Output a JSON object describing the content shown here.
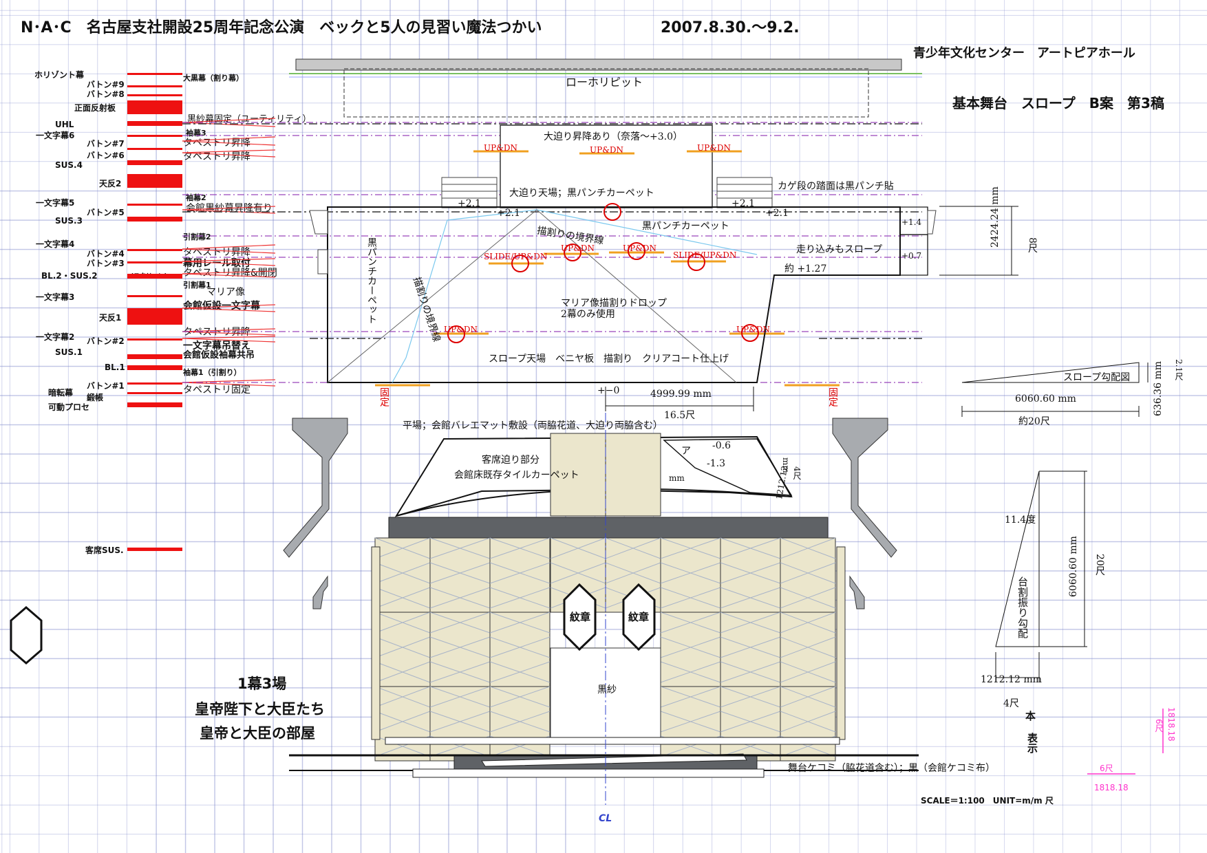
{
  "header": {
    "title": "N･A･C　名古屋支社開設25周年記念公演　ベックと5人の見習い魔法つかい",
    "date": "2007.8.30.〜9.2.",
    "venue": "青少年文化センター　アートピアホール",
    "drawing_name": "基本舞台　スロープ　B案　第3稿"
  },
  "rigging_left": [
    "ホリゾント幕",
    "バトン#9",
    "バトン#8",
    "正面反射板",
    "UHL",
    "一文字幕6",
    "バトン#7",
    "バトン#6",
    "SUS.4",
    "天反2",
    "一文字幕5",
    "バトン#5",
    "SUS.3",
    "一文字幕4",
    "バトン#4",
    "バトン#3",
    "BL.2・SUS.2",
    "(スクリーン)",
    "一文字幕3",
    "天反1",
    "一文字幕2",
    "バトン#2",
    "SUS.1",
    "BL.1",
    "暗転幕",
    "バトン#1",
    "緞帳",
    "可動プロセ",
    "客席SUS."
  ],
  "rigging_right": [
    "大黒幕（割り幕）",
    "黒紗幕固定（ユーティリティ）",
    "袖幕3",
    "タペストリ昇降",
    "タペストリ昇降",
    "袖幕2",
    "会館黒紗幕昇降有り",
    "引割幕2",
    "タペストリ昇降",
    "幕用レール取付",
    "タペストリ昇降&開閉",
    "引割幕1",
    "マリア像",
    "会館仮設一文字幕",
    "タペストリ昇降",
    "一文字幕吊替え",
    "会館仮設袖幕共吊",
    "袖幕1（引割り）",
    "タペストリ固定"
  ],
  "stage": {
    "lowhorizon": "ローホリピット",
    "elev_note": "大迫り昇降あり（奈落〜+3.0）",
    "updn": "UP&DN",
    "kage_note": "カゲ段の踏面は黒パンチ貼",
    "elev_top": "大迫り天場；黒パンチカーペット",
    "plus21": "+2.1",
    "black_carpet": "黒パンチカーペット",
    "boundary": "描割りの境界線",
    "boundary_v": "描割りの境界線",
    "black_v": "黒パンチカーペット",
    "slide": "SLIDE/UP&DN",
    "slope_run": "走り込みもスロープ",
    "approx127": "約 +1.27",
    "plus14": "+1.4",
    "plus07": "+0.7",
    "maria": "マリア像描割りドロップ",
    "maria2": "2幕のみ使用",
    "slope_top": "スロープ天場　ベニヤ板　描割り　クリアコート仕上げ",
    "pm0": "+−0",
    "fixed": "固定",
    "dim_w": "4999.99 mm",
    "dim_w_shaku": "16.5尺",
    "dim_d": "2424.24 mm",
    "dim_d_shaku": "8尺",
    "floor_note": "平場；会館バレエマット敷設（両脇花道、大迫り両脇含む）",
    "aud_lift": "客席迫り部分",
    "aud_lift2": "会館床既存タイルカーペット",
    "a": "ア",
    "m06": "-0.6",
    "m13": "-1.3",
    "mm": "mm",
    "d1212": "1212.12",
    "d4": "4尺",
    "crest": "紋章",
    "gauze": "黒紗",
    "kekomi": "舞台ケコミ（脇花道含む）；黒（会館ケコミ布）",
    "cl": "CL",
    "scale": "SCALE＝1:100　UNIT=m/m 尺"
  },
  "scene": [
    "1幕3場",
    "皇帝陛下と大臣たち",
    "皇帝と大臣の部屋"
  ],
  "slope_diagram": {
    "title": "スロープ勾配図",
    "len": "6060.60 mm",
    "len_shaku": "約20尺",
    "h": "636.36 mm",
    "h_shaku": "2.1尺"
  },
  "wing_diagram": {
    "angle": "11.4度",
    "h": "6060.60 mm",
    "h_shaku": "20尺",
    "label": "台割振り勾配",
    "w": "1212.12 mm",
    "w_shaku": "4尺",
    "hon": "本",
    "hyou": "表示"
  },
  "scale_box": {
    "v_shaku": "6尺",
    "v_mm": "1818.18",
    "h_shaku": "6尺",
    "h_mm": "1818.18"
  },
  "colors": {
    "red": "#ee1111",
    "orange": "#f0a020",
    "purple": "#8833aa",
    "gray": "#a8a8a8",
    "cream": "#ebe6cc",
    "grid": "#8890cc",
    "magenta": "#ff33cc"
  }
}
